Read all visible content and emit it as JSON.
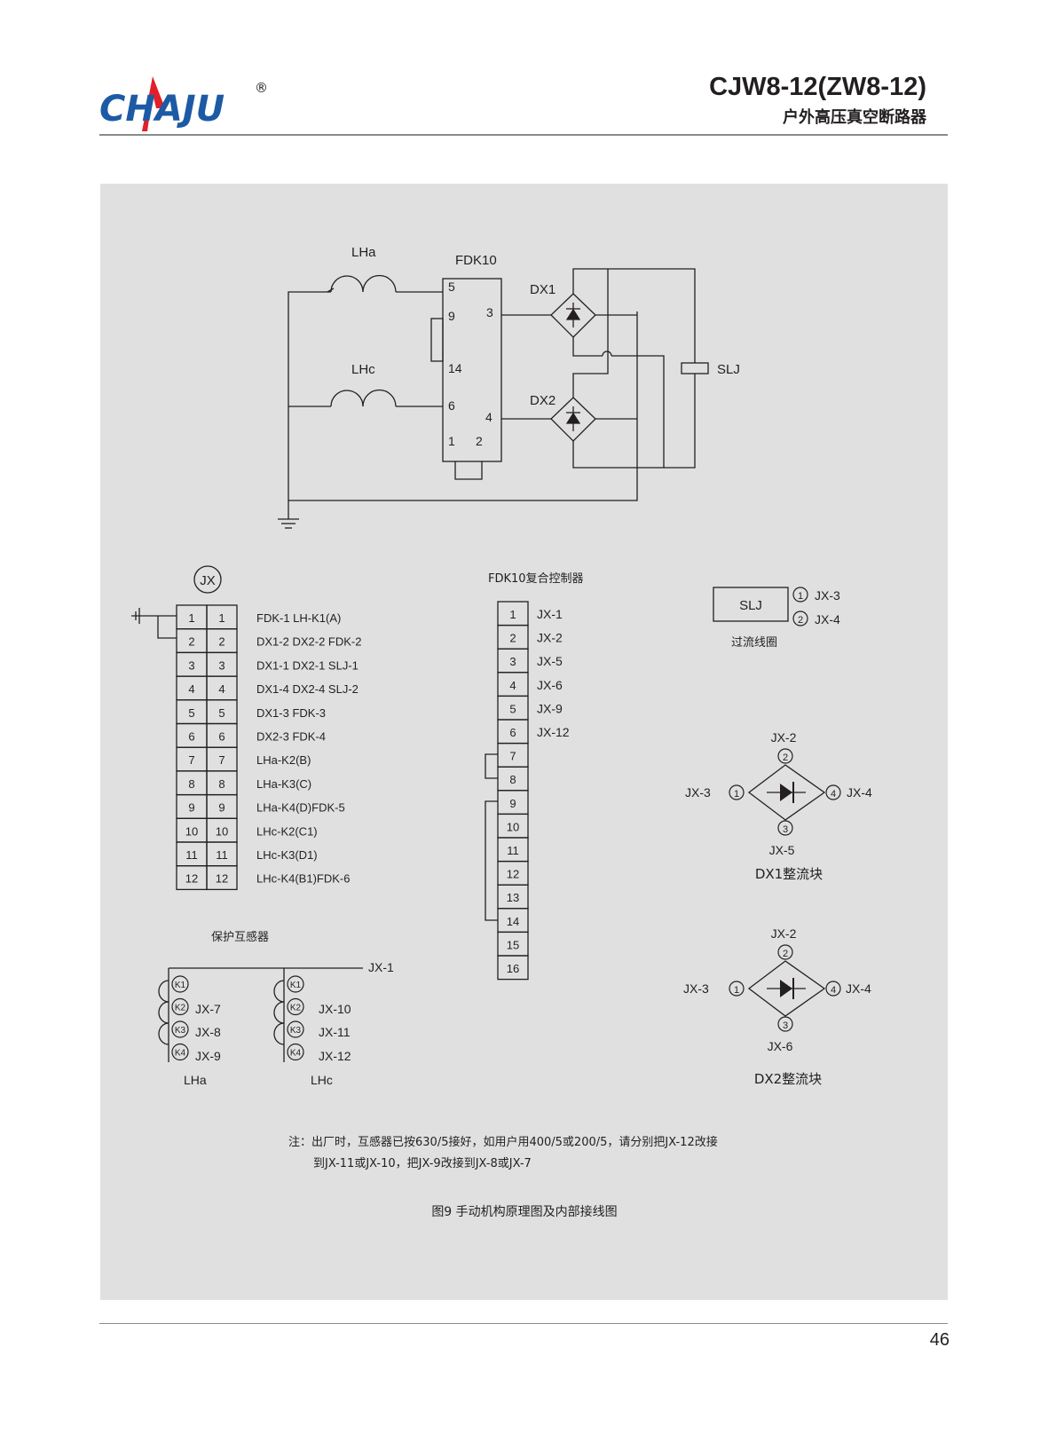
{
  "header": {
    "logo_text": "CHAJU",
    "logo_registered": "®",
    "model": "CJW8-12(ZW8-12)",
    "subtitle": "户外高压真空断路器"
  },
  "colors": {
    "brand_blue": "#1d5aa5",
    "brand_red": "#e3202a",
    "panel_bg": "#e0e0e0",
    "line": "#231f20"
  },
  "circuit": {
    "lha": "LHa",
    "lhc": "LHc",
    "fdk": "FDK10",
    "dx1": "DX1",
    "dx2": "DX2",
    "slj": "SLJ",
    "pins": [
      "5",
      "9",
      "3",
      "14",
      "6",
      "4",
      "1",
      "2"
    ]
  },
  "jx": {
    "symbol": "JX",
    "rows": [
      {
        "a": "1",
        "b": "1",
        "desc": "FDK-1 LH-K1(A)"
      },
      {
        "a": "2",
        "b": "2",
        "desc": "DX1-2  DX2-2 FDK-2"
      },
      {
        "a": "3",
        "b": "3",
        "desc": "DX1-1  DX2-1 SLJ-1"
      },
      {
        "a": "4",
        "b": "4",
        "desc": "DX1-4  DX2-4  SLJ-2"
      },
      {
        "a": "5",
        "b": "5",
        "desc": "DX1-3  FDK-3"
      },
      {
        "a": "6",
        "b": "6",
        "desc": "DX2-3  FDK-4"
      },
      {
        "a": "7",
        "b": "7",
        "desc": "LHa-K2(B)"
      },
      {
        "a": "8",
        "b": "8",
        "desc": "LHa-K3(C)"
      },
      {
        "a": "9",
        "b": "9",
        "desc": "LHa-K4(D)FDK-5"
      },
      {
        "a": "10",
        "b": "10",
        "desc": "LHc-K2(C1)"
      },
      {
        "a": "11",
        "b": "11",
        "desc": "LHc-K3(D1)"
      },
      {
        "a": "12",
        "b": "12",
        "desc": "LHc-K4(B1)FDK-6"
      }
    ]
  },
  "fdk_block": {
    "title": "FDK10复合控制器",
    "rows": [
      {
        "n": "1",
        "desc": "JX-1"
      },
      {
        "n": "2",
        "desc": "JX-2"
      },
      {
        "n": "3",
        "desc": "JX-5"
      },
      {
        "n": "4",
        "desc": "JX-6"
      },
      {
        "n": "5",
        "desc": "JX-9"
      },
      {
        "n": "6",
        "desc": "JX-12"
      },
      {
        "n": "7",
        "desc": ""
      },
      {
        "n": "8",
        "desc": ""
      },
      {
        "n": "9",
        "desc": ""
      },
      {
        "n": "10",
        "desc": ""
      },
      {
        "n": "11",
        "desc": ""
      },
      {
        "n": "12",
        "desc": ""
      },
      {
        "n": "13",
        "desc": ""
      },
      {
        "n": "14",
        "desc": ""
      },
      {
        "n": "15",
        "desc": ""
      },
      {
        "n": "16",
        "desc": ""
      }
    ]
  },
  "slj_block": {
    "label": "SLJ",
    "pin1": "1",
    "pin2": "2",
    "pin1_desc": "JX-3",
    "pin2_desc": "JX-4",
    "caption": "过流线圈"
  },
  "dx1_block": {
    "top": "JX-2",
    "left": "JX-3",
    "right": "JX-4",
    "bottom": "JX-5",
    "n1": "1",
    "n2": "2",
    "n3": "3",
    "n4": "4",
    "caption": "DX1整流块"
  },
  "dx2_block": {
    "top": "JX-2",
    "left": "JX-3",
    "right": "JX-4",
    "bottom": "JX-6",
    "n1": "1",
    "n2": "2",
    "n3": "3",
    "n4": "4",
    "caption": "DX2整流块"
  },
  "ct_block": {
    "title": "保护互感器",
    "bus": "JX-1",
    "k_labels": [
      "K1",
      "K2",
      "K3",
      "K4"
    ],
    "lha_taps": [
      "JX-7",
      "JX-8",
      "JX-9"
    ],
    "lhc_taps": [
      "JX-10",
      "JX-11",
      "JX-12"
    ],
    "lha": "LHa",
    "lhc": "LHc"
  },
  "note": {
    "line1": "注：出厂时，互感器已按630/5接好，如用户用400/5或200/5，请分别把JX-12改接",
    "line2": "到JX-11或JX-10，把JX-9改接到JX-8或JX-7"
  },
  "figure_caption": "图9   手动机构原理图及内部接线图",
  "page_number": "46"
}
